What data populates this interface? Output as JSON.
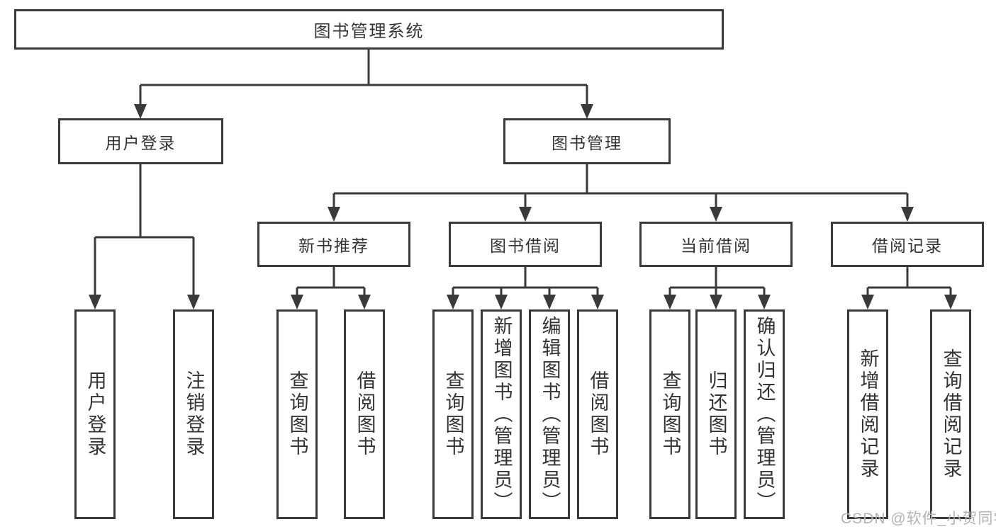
{
  "diagram": {
    "title": "图书管理系统",
    "root": {
      "label": "图书管理系统"
    },
    "branches": [
      {
        "label": "用户登录",
        "children": [
          {
            "label": "用户登录"
          },
          {
            "label": "注销登录"
          }
        ]
      },
      {
        "label": "图书管理",
        "groups": [
          {
            "label": "新书推荐",
            "children": [
              {
                "label": "查询图书"
              },
              {
                "label": "借阅图书"
              }
            ]
          },
          {
            "label": "图书借阅",
            "children": [
              {
                "label": "查询图书"
              },
              {
                "label": "新增图书（管理员）"
              },
              {
                "label": "编辑图书（管理员）"
              },
              {
                "label": "借阅图书"
              }
            ]
          },
          {
            "label": "当前借阅",
            "children": [
              {
                "label": "查询图书"
              },
              {
                "label": "归还图书"
              },
              {
                "label": "确认归还（管理员）"
              }
            ]
          },
          {
            "label": "借阅记录",
            "children": [
              {
                "label": "新增借阅记录"
              },
              {
                "label": "查询借阅记录"
              }
            ]
          }
        ]
      }
    ]
  },
  "watermark": {
    "text": "CSDN @软件_小贺同学"
  },
  "colors": {
    "line": "#3a3a3a",
    "text": "#333333",
    "box_fill": "#ffffff",
    "watermark": "#b3b3b3"
  }
}
